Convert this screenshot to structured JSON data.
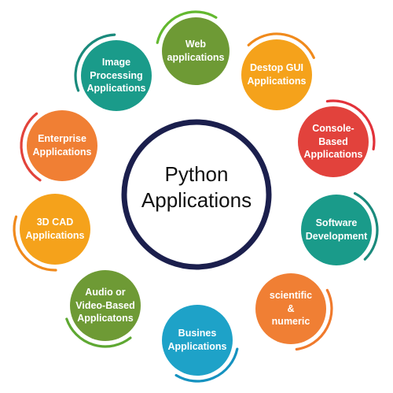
{
  "center": {
    "title": "Python\nApplications"
  },
  "nodes": [
    {
      "id": "web",
      "label": "Web\napplications",
      "color": "#6e9a35",
      "arc": "#63b82f"
    },
    {
      "id": "desktop",
      "label": "Destop GUI\nApplications",
      "color": "#f5a21b",
      "arc": "#f08a1c"
    },
    {
      "id": "console",
      "label": "Console-\nBased\nApplications",
      "color": "#e2423c",
      "arc": "#e2323a"
    },
    {
      "id": "software",
      "label": "Software\nDevelopment",
      "color": "#1a9b8a",
      "arc": "#1a8a7c"
    },
    {
      "id": "scientific",
      "label": "scientific\n&\nnumeric",
      "color": "#f07f34",
      "arc": "#f07a2c"
    },
    {
      "id": "business",
      "label": "Busines\nApplications",
      "color": "#1ea2c8",
      "arc": "#1592c0"
    },
    {
      "id": "audio",
      "label": "Audio or\nVideo-Based\nApplicatons",
      "color": "#6e9a35",
      "arc": "#5ea832"
    },
    {
      "id": "cad",
      "label": "3D CAD\nApplications",
      "color": "#f5a21b",
      "arc": "#f08a1c"
    },
    {
      "id": "enterprise",
      "label": "Enterprise\nApplications",
      "color": "#f07f34",
      "arc": "#e2433b"
    },
    {
      "id": "image",
      "label": "Image\nProcessing\nApplications",
      "color": "#1a9b8a",
      "arc": "#1a8a7c"
    }
  ]
}
